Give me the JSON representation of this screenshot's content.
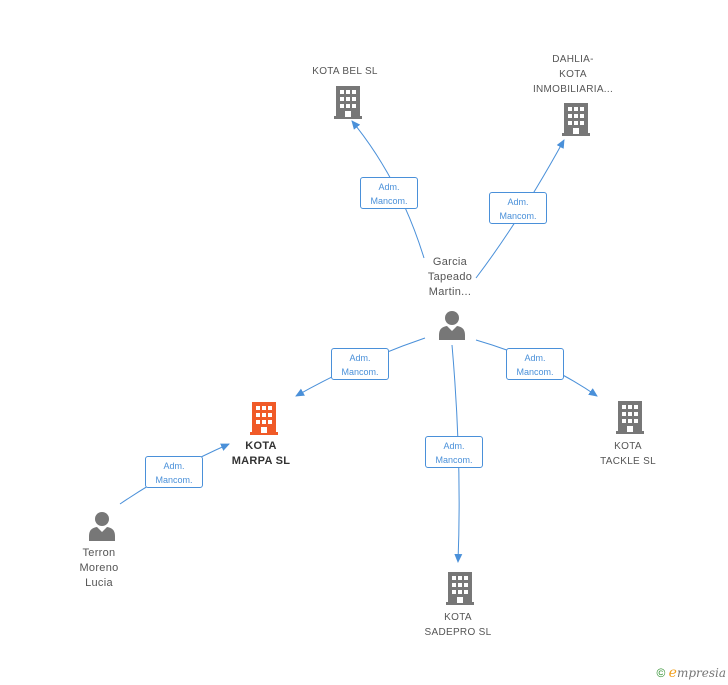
{
  "nodes": {
    "kota_bel": {
      "lines": [
        "KOTA BEL  SL"
      ],
      "type": "company"
    },
    "dahlia": {
      "lines": [
        "DAHLIA-",
        "KOTA",
        "INMOBILIARIA..."
      ],
      "type": "company"
    },
    "garcia": {
      "lines": [
        "Garcia",
        "Tapeado",
        "Martin..."
      ],
      "type": "person"
    },
    "kota_marpa": {
      "lines": [
        "KOTA",
        "MARPA  SL"
      ],
      "type": "company",
      "highlight": true
    },
    "kota_tackle": {
      "lines": [
        "KOTA",
        "TACKLE  SL"
      ],
      "type": "company"
    },
    "kota_sadepro": {
      "lines": [
        "KOTA",
        "SADEPRO  SL"
      ],
      "type": "company"
    },
    "terron": {
      "lines": [
        "Terron",
        "Moreno",
        "Lucia"
      ],
      "type": "person"
    }
  },
  "relations": [
    {
      "id": "r1",
      "from": "garcia",
      "to": "kota_bel",
      "lines": [
        "Adm.",
        "Mancom."
      ]
    },
    {
      "id": "r2",
      "from": "garcia",
      "to": "dahlia",
      "lines": [
        "Adm.",
        "Mancom."
      ]
    },
    {
      "id": "r3",
      "from": "garcia",
      "to": "kota_marpa",
      "lines": [
        "Adm.",
        "Mancom."
      ]
    },
    {
      "id": "r4",
      "from": "garcia",
      "to": "kota_tackle",
      "lines": [
        "Adm.",
        "Mancom."
      ]
    },
    {
      "id": "r5",
      "from": "garcia",
      "to": "kota_sadepro",
      "lines": [
        "Adm.",
        "Mancom."
      ]
    },
    {
      "id": "r6",
      "from": "terron",
      "to": "kota_marpa",
      "lines": [
        "Adm.",
        "Mancom."
      ]
    }
  ],
  "colors": {
    "edge": "#4a90d9",
    "company_icon": "#777777",
    "company_icon_highlight": "#f05a28",
    "person_icon": "#777777"
  },
  "footer": {
    "copyright": "©",
    "brand_initial": "e",
    "brand_rest": "mpresia"
  }
}
